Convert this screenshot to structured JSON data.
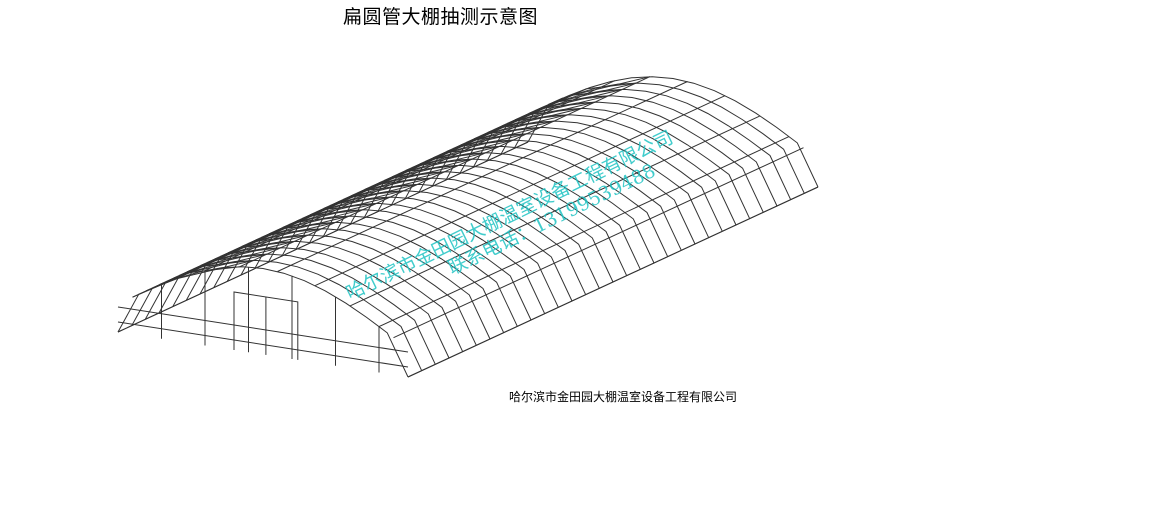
{
  "title": "扁圆管大棚抽测示意图",
  "company": "哈尔滨市金田园大棚温室设备工程有限公司",
  "watermark": {
    "line1": "哈尔滨市金田园大棚温室设备工程有限公司",
    "line2": "联系电话：13199539488",
    "color": "#20c4c4"
  }
}
